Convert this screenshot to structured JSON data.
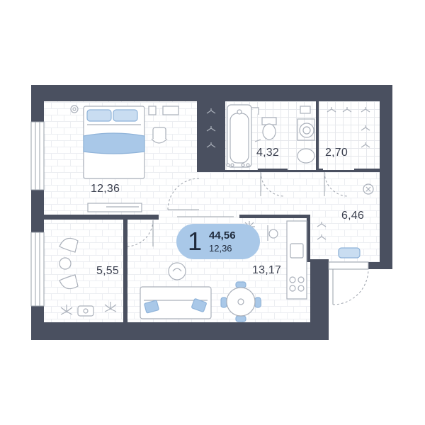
{
  "apartment": {
    "rooms": "1",
    "total_area": "44,56",
    "living_area": "12,36"
  },
  "rooms": {
    "bedroom": "12,36",
    "bathroom": "4,32",
    "wc": "2,70",
    "hallway": "6,46",
    "kitchen_living": "13,17",
    "balcony": "5,55"
  },
  "colors": {
    "wall": "#4a5060",
    "floor": "#ffffff",
    "tile_line": "#e6e8ec",
    "furniture_line": "#aab0ba",
    "accent": "#a9c8e8",
    "text": "#3a3f4e"
  }
}
